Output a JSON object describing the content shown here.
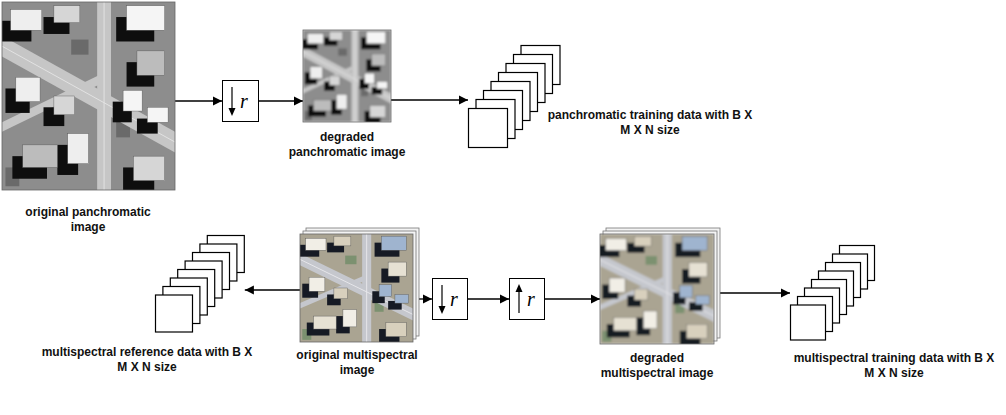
{
  "diagram": {
    "nodes": [
      {
        "text": [
          "original panchromatic image"
        ]
      },
      {
        "text": [
          "r"
        ]
      },
      {
        "text": [
          "degraded panchromatic image"
        ]
      },
      {
        "text": [
          "panchromatic training data with B X M X N size"
        ]
      },
      {
        "text": [
          "multispectral reference data with B X M X N size"
        ]
      },
      {
        "text": [
          "original multispectral image"
        ]
      },
      {
        "text": [
          "r"
        ]
      },
      {
        "text": [
          "r"
        ]
      },
      {
        "text": [
          "degraded multispectral image"
        ]
      },
      {
        "text": [
          "multispectral training data with B X M X N size"
        ]
      }
    ],
    "edges": [
      {
        "from": 0,
        "to": 1,
        "arrow": "to"
      },
      {
        "from": 1,
        "to": 2,
        "arrow": "to"
      },
      {
        "from": 2,
        "to": 3,
        "arrow": "to"
      },
      {
        "from": 5,
        "to": 4,
        "arrow": "to"
      },
      {
        "from": 5,
        "to": 6,
        "arrow": "to"
      },
      {
        "from": 6,
        "to": 7,
        "arrow": "to"
      },
      {
        "from": 7,
        "to": 8,
        "arrow": "to"
      },
      {
        "from": 8,
        "to": 9,
        "arrow": "to"
      }
    ]
  }
}
